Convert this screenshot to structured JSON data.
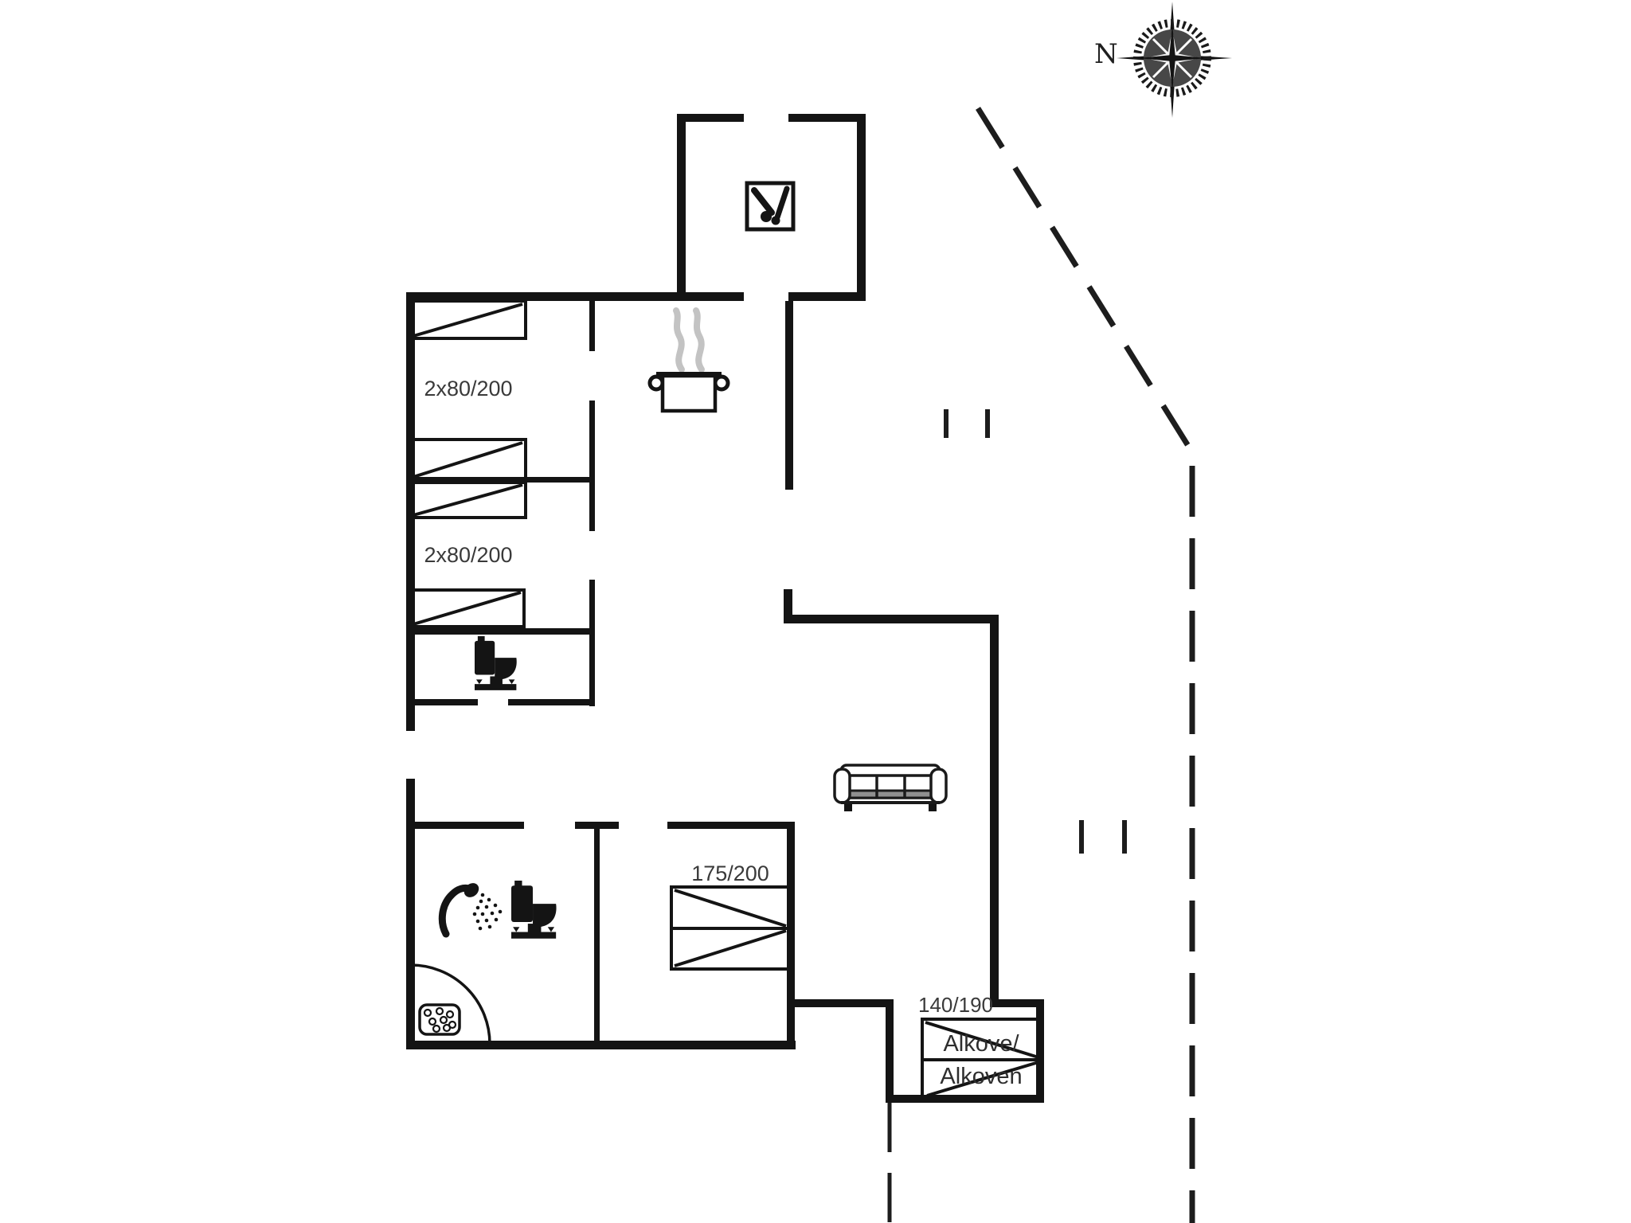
{
  "document": {
    "kind": "holiday-house floor plan drawing"
  },
  "compass": {
    "north_label": "N"
  },
  "labels": {
    "bedroom1_bunk": "2x80/200",
    "bedroom2_bunk": "2x80/200",
    "double_bed": "175/200",
    "alcove_size": "140/190",
    "alcove_name_line1": "Alkove/",
    "alcove_name_line2": "Alkoven"
  },
  "icons": [
    "compass-rose-icon",
    "wood-stove-icon",
    "cooking-pot-steam-icon",
    "toilet-icon",
    "shower-icon",
    "floor-drain-icon",
    "sofa-icon",
    "bunk-bed-icon",
    "double-bed-icon",
    "alcove-bed-icon"
  ],
  "colors": {
    "wall": "#141414",
    "background": "#ffffff",
    "steam_gray": "#c3c3c3",
    "sofa_seat_shade": "#8f8f8f",
    "label_text": "#3a3a3a"
  }
}
